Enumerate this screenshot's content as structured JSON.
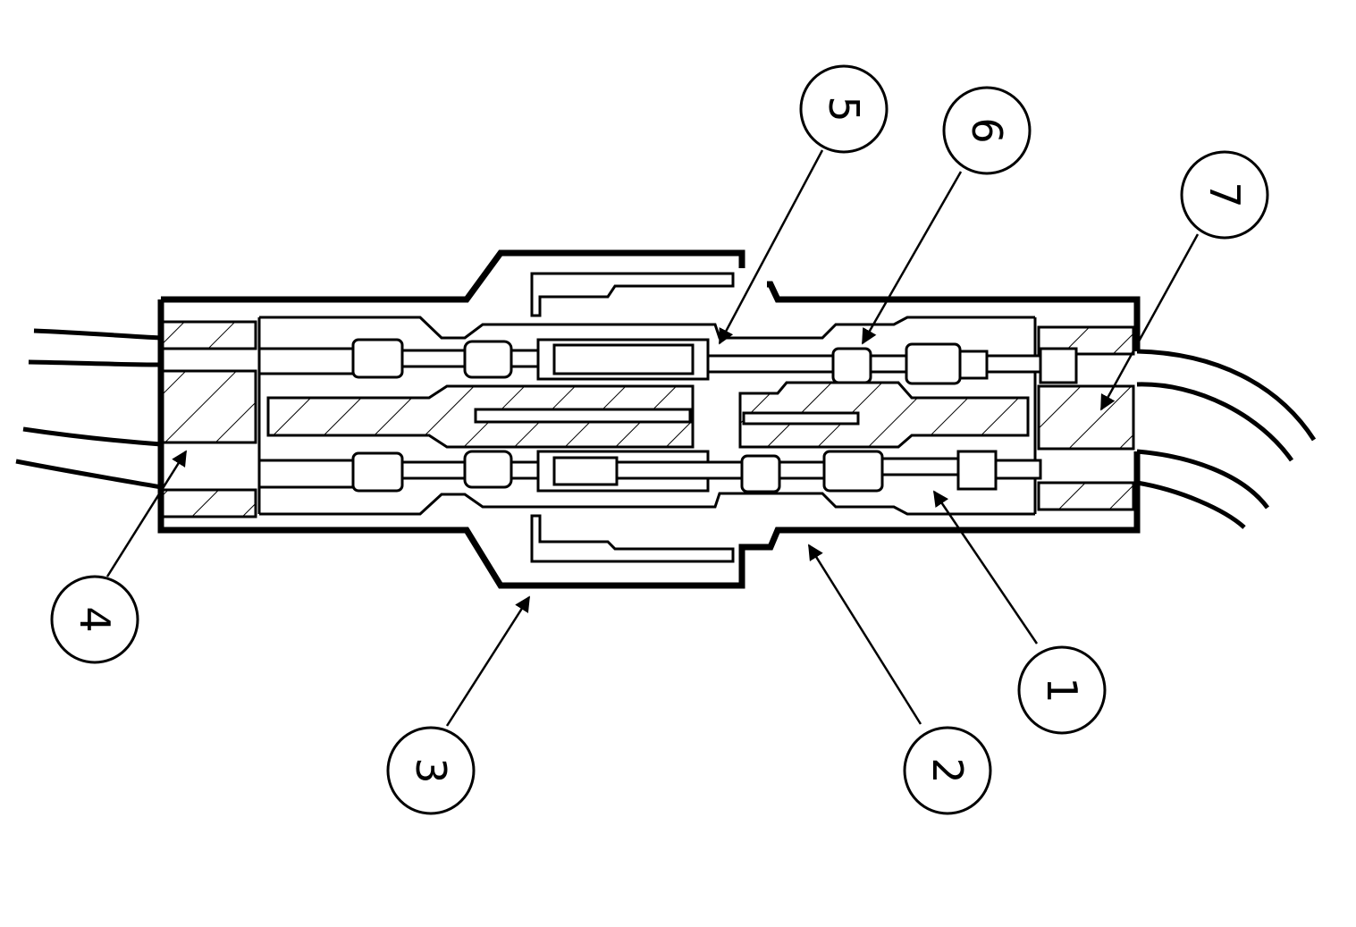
{
  "diagram": {
    "callouts": [
      {
        "id": "callout-1",
        "label": "1"
      },
      {
        "id": "callout-2",
        "label": "2"
      },
      {
        "id": "callout-3",
        "label": "3"
      },
      {
        "id": "callout-4",
        "label": "4"
      },
      {
        "id": "callout-5",
        "label": "5"
      },
      {
        "id": "callout-6",
        "label": "6"
      },
      {
        "id": "callout-7",
        "label": "7"
      }
    ],
    "colors": {
      "line": "#000000",
      "background": "#ffffff"
    }
  }
}
